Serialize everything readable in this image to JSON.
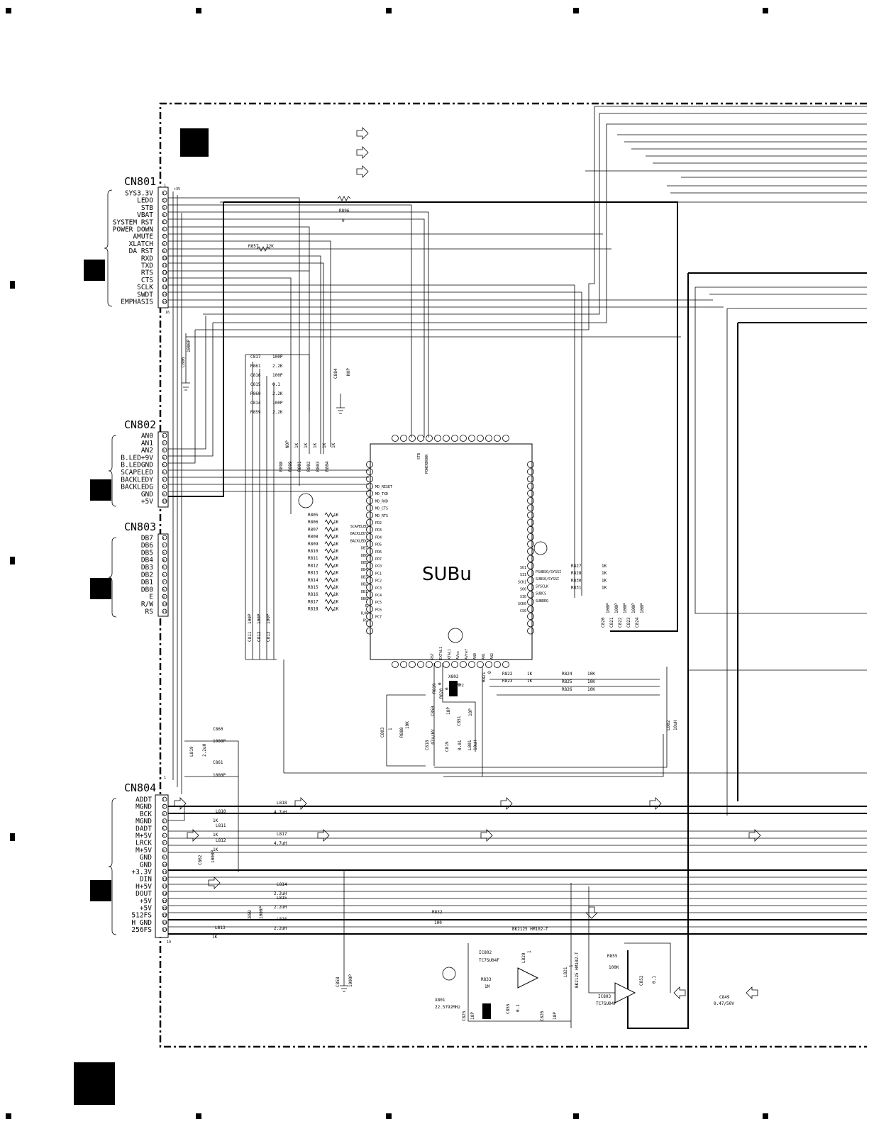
{
  "connectors": {
    "cn801": {
      "ref": "CN801",
      "supply": "+3V",
      "first_pin": "1",
      "last_pin": "16",
      "pins": [
        "SYS3.3V",
        "LEDO",
        "STB",
        "VBAT",
        "SYSTEM RST",
        "POWER DOWN",
        "AMUTE",
        "XLATCH",
        "DA RST",
        "RXD",
        "TXD",
        "RTS",
        "CTS",
        "SCLK",
        "SWDT",
        "EMPHASIS"
      ]
    },
    "cn802": {
      "ref": "CN802",
      "pins": [
        "AN0",
        "AN1",
        "AN2",
        "B.LED+9V",
        "B.LEDGND",
        "SCAPELED",
        "BACKLEDY",
        "BACKLEDG",
        "GND",
        "+5V"
      ]
    },
    "cn803": {
      "ref": "CN803",
      "pins": [
        "DB7",
        "DB6",
        "DB5",
        "DB4",
        "DB3",
        "DB2",
        "DB1",
        "DB0",
        "E",
        "R/W",
        "RS"
      ]
    },
    "cn804": {
      "ref": "CN804",
      "first_pin": "1",
      "last_pin": "19",
      "pins": [
        "ADDT",
        "MGND",
        "BCK",
        "MGND",
        "DADT",
        "M+5V",
        "LRCK",
        "M+5V",
        "GND",
        "GND",
        "+3.3V",
        "DIN",
        "H+5V",
        "DOUT",
        "+5V",
        "+5V",
        "512FS",
        "H GND",
        "256FS"
      ]
    }
  },
  "ic": {
    "label": "SUBu",
    "top_pins": [
      "STB",
      "POWERDOWN"
    ],
    "left_signals": [
      "MD_RESET",
      "MD_TXD",
      "MD_RXD",
      "MD_CTS",
      "MD_RTS",
      "PD2",
      "PD3",
      "PD4",
      "PD5",
      "PD6",
      "PD7",
      "PC0",
      "PC1",
      "PC2",
      "PC3",
      "PC4",
      "PC5",
      "PC6",
      "PC7"
    ],
    "left_net_labels": [
      "SCAPELED",
      "BACKLEDY",
      "BACKLEDG",
      "DB7",
      "DB6",
      "DB5",
      "DB4",
      "DB3",
      "DB2",
      "DB1",
      "DB0",
      "E",
      "R/W",
      "RS"
    ],
    "right_signals": [
      "SO1",
      "SI1",
      "SCK1",
      "SO0",
      "SI0",
      "SCK0",
      "CS0"
    ],
    "right_net_labels": [
      "PSUBSO/SYSSI",
      "SUBSO/SYSSI",
      "SYSCLK",
      "SUBCS",
      "SUBREQ"
    ],
    "bottom_signals": [
      "RST",
      "EXTAL1",
      "XTAL1",
      "AVss",
      "AVref",
      "AN0",
      "AN1",
      "AN2"
    ]
  },
  "resistors": {
    "r896": {
      "ref": "R896",
      "value": "0"
    },
    "r857": {
      "ref": "R857",
      "value": "22K"
    },
    "vert": [
      {
        "ref": "R898",
        "value": "NOP"
      },
      {
        "ref": "R899",
        "value": "1K"
      },
      {
        "ref": "R801",
        "value": "1K"
      },
      {
        "ref": "R802",
        "value": "1K"
      },
      {
        "ref": "R803",
        "value": "1K"
      },
      {
        "ref": "R804",
        "value": "1K"
      }
    ],
    "left_series": [
      {
        "ref": "R805",
        "value": "1K"
      },
      {
        "ref": "R806",
        "value": "1K"
      },
      {
        "ref": "R807",
        "value": "1K"
      },
      {
        "ref": "R808",
        "value": "1K"
      },
      {
        "ref": "R809",
        "value": "1K"
      },
      {
        "ref": "R810",
        "value": "1K"
      },
      {
        "ref": "R811",
        "value": "1K"
      },
      {
        "ref": "R812",
        "value": "1K"
      },
      {
        "ref": "R813",
        "value": "1K"
      },
      {
        "ref": "R814",
        "value": "1K"
      },
      {
        "ref": "R815",
        "value": "1K"
      },
      {
        "ref": "R816",
        "value": "1K"
      },
      {
        "ref": "R817",
        "value": "1K"
      },
      {
        "ref": "R818",
        "value": "1K"
      }
    ],
    "right_series": [
      {
        "ref": "R827",
        "value": "1K"
      },
      {
        "ref": "R828",
        "value": "1K"
      },
      {
        "ref": "R830",
        "value": "1K"
      },
      {
        "ref": "R831",
        "value": "1K"
      }
    ],
    "an_series": [
      {
        "ref": "R822",
        "value": "1K"
      },
      {
        "ref": "R823",
        "value": "1K"
      },
      {
        "ref": "R824",
        "value": "10K"
      },
      {
        "ref": "R825",
        "value": "10K"
      },
      {
        "ref": "R826",
        "value": "10K"
      }
    ],
    "osc": [
      {
        "ref": "R819",
        "value": "0"
      },
      {
        "ref": "R820",
        "value": "0"
      },
      {
        "ref": "R821",
        "value": "0"
      },
      {
        "ref": "R888",
        "value": "10K"
      }
    ],
    "r832": {
      "ref": "R832",
      "value": "100"
    },
    "r833": {
      "ref": "R833",
      "value": "1M"
    },
    "r855": {
      "ref": "R855",
      "value": "100K"
    }
  },
  "rc_network": [
    {
      "ref": "C817",
      "value": "100P"
    },
    {
      "ref": "R861",
      "value": "2.2K"
    },
    {
      "ref": "C816",
      "value": "100P"
    },
    {
      "ref": "C815",
      "value": "0.1"
    },
    {
      "ref": "R860",
      "value": "2.2K"
    },
    {
      "ref": "C814",
      "value": "100P"
    },
    {
      "ref": "R859",
      "value": "2.2K"
    }
  ],
  "capacitors": {
    "c806": {
      "ref": "C806",
      "value": "1000P"
    },
    "c884": {
      "ref": "C884",
      "value": "NOP"
    },
    "bus_caps": [
      {
        "ref": "C811",
        "value": "100P"
      },
      {
        "ref": "C812",
        "value": "100P"
      },
      {
        "ref": "C813",
        "value": "100P"
      }
    ],
    "right_caps": [
      {
        "ref": "C820",
        "value": "100P"
      },
      {
        "ref": "C821",
        "value": "100P"
      },
      {
        "ref": "C822",
        "value": "100P"
      },
      {
        "ref": "C823",
        "value": "100P"
      },
      {
        "ref": "C824",
        "value": "100P"
      }
    ],
    "c860": {
      "ref": "C860",
      "value": "1000P"
    },
    "c861": {
      "ref": "C861",
      "value": "1000P"
    },
    "c862": {
      "ref": "C862",
      "value": "1000P"
    },
    "c859": {
      "ref": "C859",
      "value": "1000P"
    },
    "c858": {
      "ref": "C858",
      "value": "1000P"
    },
    "c803": {
      "ref": "C803",
      "value": "1"
    },
    "c850": {
      "ref": "C850",
      "value": "18P"
    },
    "c851": {
      "ref": "C851",
      "value": "18P"
    },
    "c818": {
      "ref": "C818",
      "value": "47u/6V"
    },
    "c819": {
      "ref": "C819",
      "value": "0.01"
    },
    "c825": {
      "ref": "C825",
      "value": "18P"
    },
    "c826": {
      "ref": "C826",
      "value": "18P"
    },
    "c855": {
      "ref": "C855",
      "value": "0.1"
    },
    "c852": {
      "ref": "C852",
      "value": "0.1"
    },
    "c849": {
      "ref": "C849",
      "value": "0.47/50V"
    }
  },
  "inductors": [
    {
      "ref": "L818",
      "value": "4.7uH"
    },
    {
      "ref": "L817",
      "value": "4.7uH"
    },
    {
      "ref": "L810",
      "value": "1K"
    },
    {
      "ref": "L811",
      "value": "1K"
    },
    {
      "ref": "L812",
      "value": "1K"
    },
    {
      "ref": "L814",
      "value": "2.2uH"
    },
    {
      "ref": "L815",
      "value": "2.2uH"
    },
    {
      "ref": "L816",
      "value": "2.2uH"
    },
    {
      "ref": "L813",
      "value": "1K"
    }
  ],
  "misc": {
    "l819": {
      "ref": "L819",
      "value": "2.2uH"
    },
    "l801": {
      "ref": "L801",
      "value": "10uH"
    },
    "l802": {
      "ref": "L802",
      "value": "10uH"
    },
    "l820": {
      "ref": "L820",
      "value": "1"
    },
    "l821": {
      "ref": "L821",
      "value": "1"
    },
    "x802": {
      "ref": "X802",
      "value": "12MHz"
    },
    "x801": {
      "ref": "X801",
      "value": "22.5792MHz"
    },
    "ic802": {
      "ref": "IC802",
      "part": "TC7SU04F"
    },
    "ic803": {
      "ref": "IC803",
      "part": "TC7SU04F"
    },
    "bk1": "BK2125 HM102-T",
    "bk2": "BK2125 HM102-T"
  }
}
